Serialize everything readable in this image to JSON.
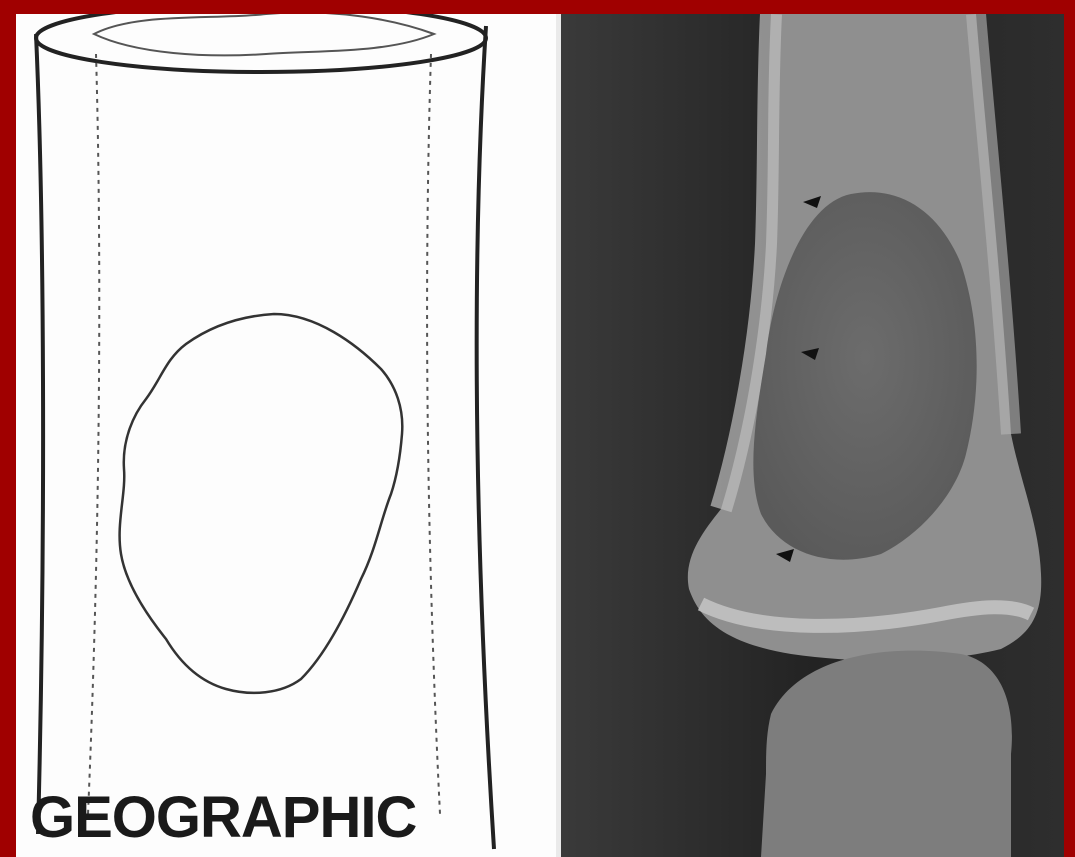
{
  "figure": {
    "label": "GEOGRAPHIC",
    "frame_color": "#a00000",
    "drawing": {
      "subject": "bone-shaft-diagram-with-geographic-lesion"
    },
    "radiograph": {
      "subject": "finger-phalanx-xray-with-lytic-lesion",
      "arrow_count": 3
    }
  }
}
